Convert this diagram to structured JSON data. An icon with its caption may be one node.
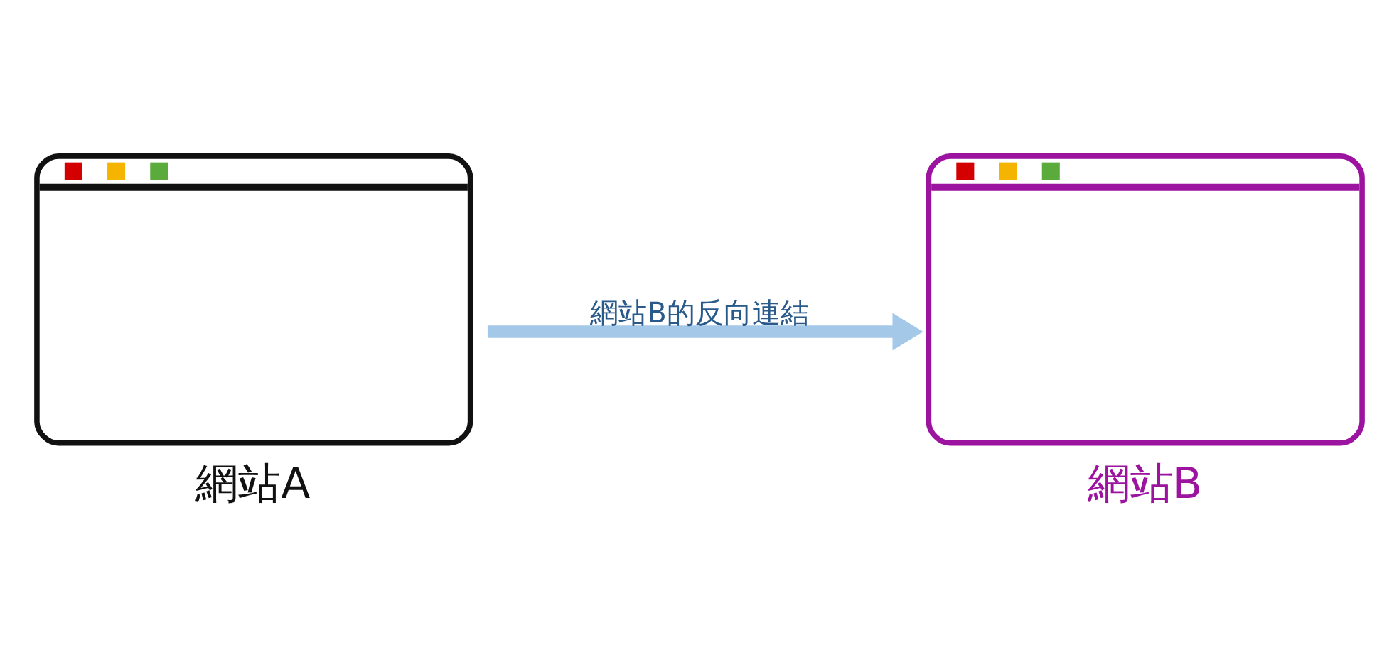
{
  "diagram": {
    "nodes": [
      {
        "text": [
          "網站A"
        ]
      },
      {
        "text": [
          "網站B"
        ]
      }
    ],
    "edges": [
      {
        "from": 0,
        "to": 1,
        "arrow": "to",
        "label": "網站B的反向連結",
        "color": "#a4c8e8"
      }
    ]
  }
}
